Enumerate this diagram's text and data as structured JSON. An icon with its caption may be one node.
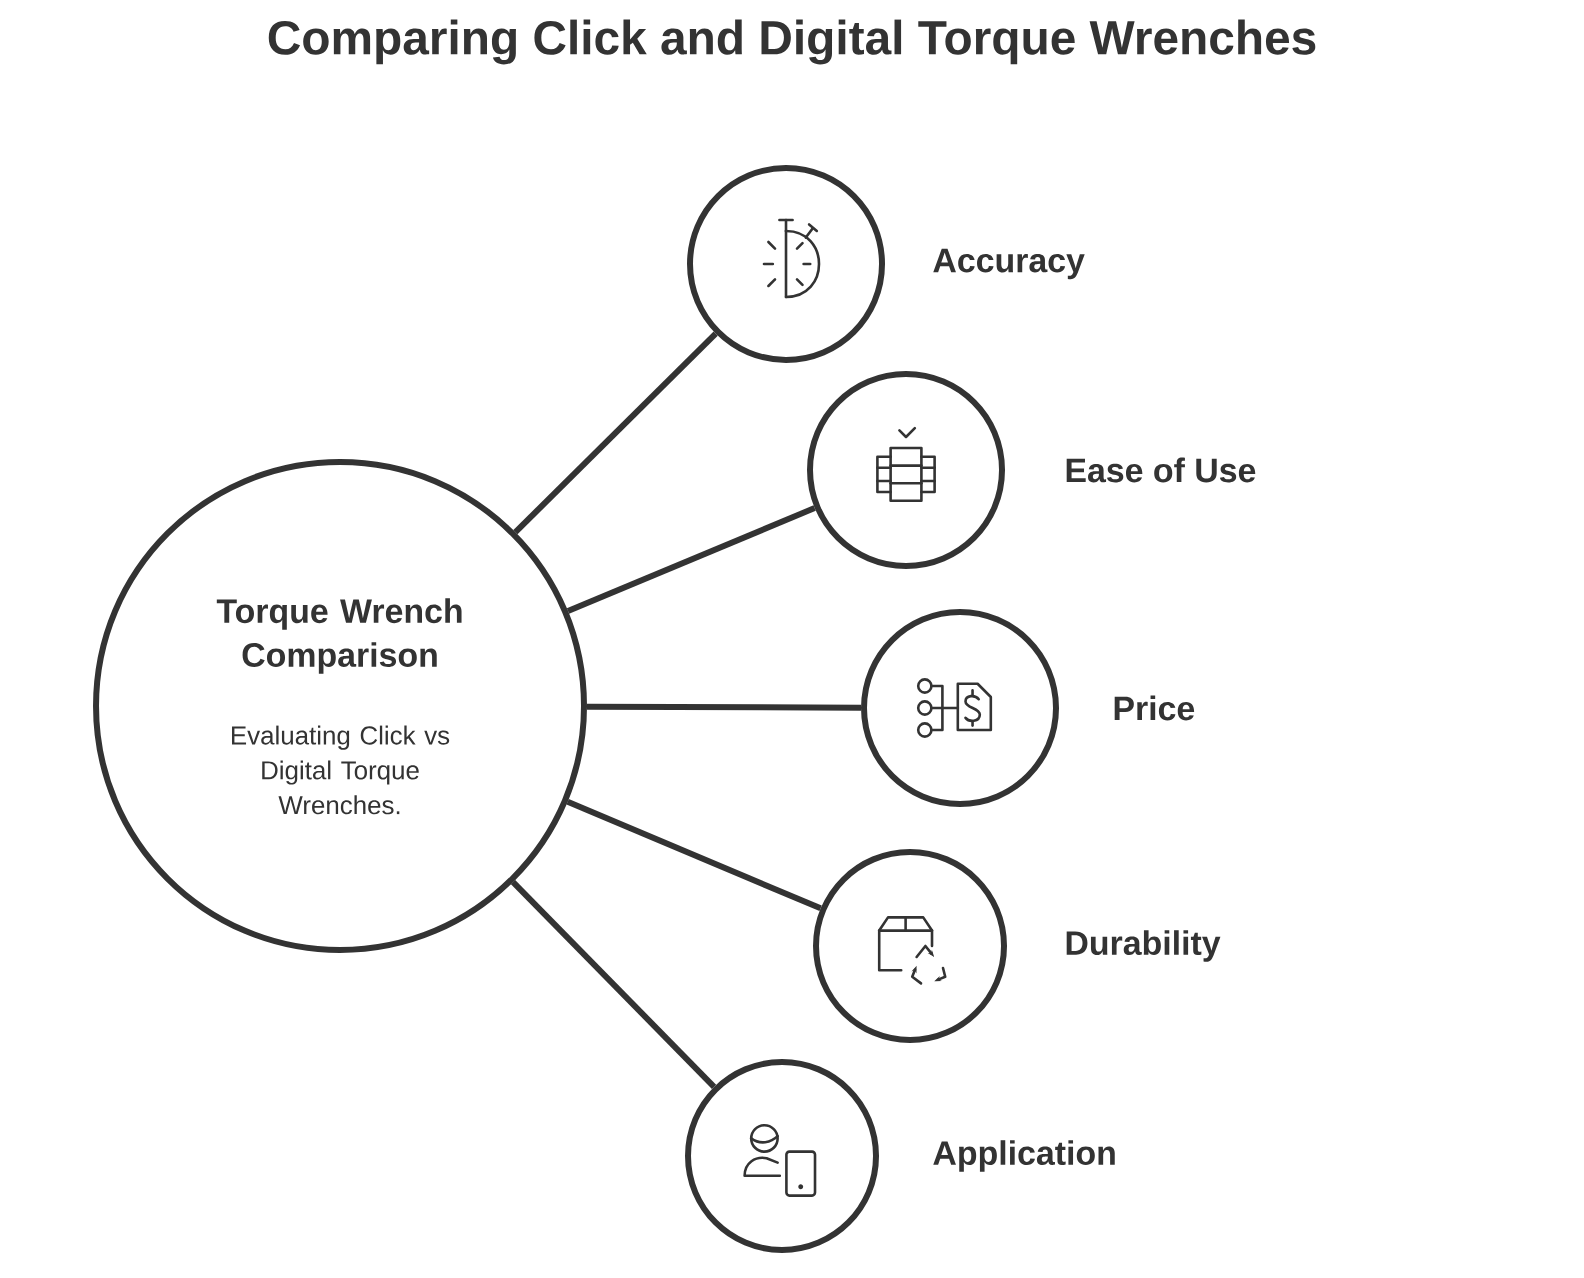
{
  "diagram": {
    "title": "Comparing Click and Digital Torque Wrenches",
    "nodes": [
      {
        "text": [
          "Torque Wrench Comparison",
          "Evaluating Click vs Digital Torque Wrenches."
        ]
      },
      {
        "text": [],
        "shape": "circle",
        "beside": [
          "Accuracy"
        ]
      },
      {
        "text": [],
        "shape": "circle",
        "beside": [
          "Ease of Use"
        ]
      },
      {
        "text": [],
        "shape": "circle",
        "beside": [
          "Price"
        ]
      },
      {
        "text": [],
        "shape": "circle",
        "beside": [
          "Durability"
        ]
      },
      {
        "text": [],
        "shape": "circle",
        "beside": [
          "Application"
        ]
      }
    ],
    "edges": [
      {
        "from": 0,
        "to": 1,
        "arrow": "none"
      },
      {
        "from": 0,
        "to": 2,
        "arrow": "none"
      },
      {
        "from": 0,
        "to": 3,
        "arrow": "none"
      },
      {
        "from": 0,
        "to": 4,
        "arrow": "none"
      },
      {
        "from": 0,
        "to": 5,
        "arrow": "none"
      }
    ]
  }
}
